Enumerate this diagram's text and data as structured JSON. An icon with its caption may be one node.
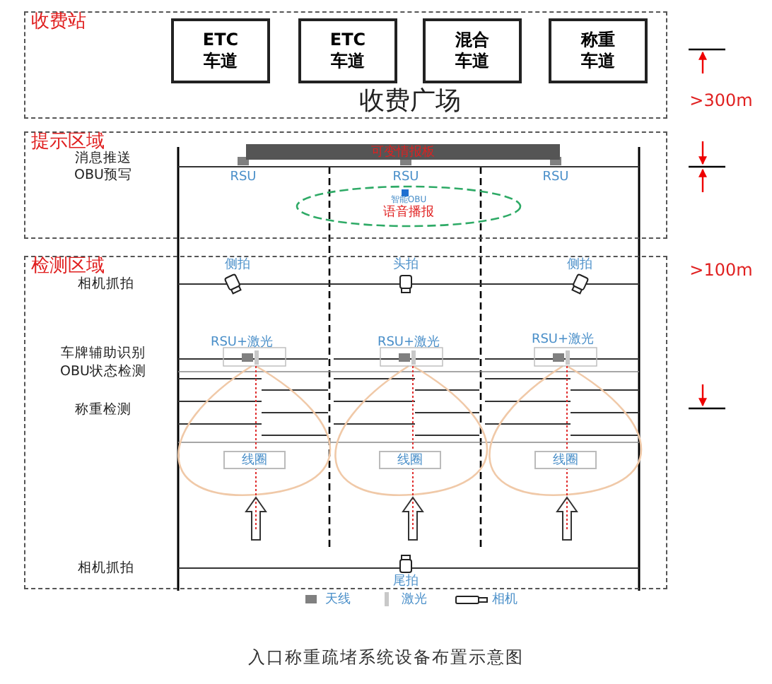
{
  "diagram": {
    "caption": "入口称重疏堵系统设备布置示意图",
    "nodes": [
      {
        "text": [
          "收费站"
        ]
      },
      {
        "text": [
          "ETC 车道"
        ],
        "in": 0
      },
      {
        "text": [
          "ETC 车道"
        ],
        "in": 0
      },
      {
        "text": [
          "混合车道"
        ],
        "in": 0
      },
      {
        "text": [
          "称重车道"
        ],
        "in": 0
      },
      {
        "text": [
          "提示区域"
        ]
      },
      {
        "text": [
          "可变情报板"
        ],
        "in": 5
      },
      {
        "text": [
          "智能OBU",
          "语音播报"
        ],
        "in": 5
      },
      {
        "text": [
          "检测区域"
        ]
      },
      {
        "text": [
          "线圈"
        ],
        "in": 8
      },
      {
        "text": [
          "线圈"
        ],
        "in": 8
      },
      {
        "text": [
          "线圈"
        ],
        "in": 8
      }
    ],
    "labels": [
      "收费广场",
      "消息推送",
      "OBU预写",
      "RSU",
      "RSU",
      "RSU",
      ">300m",
      "侧拍",
      "头拍",
      "侧拍",
      ">100m",
      "相机抓拍",
      "RSU+激光",
      "RSU+激光",
      "RSU+激光",
      "车牌辅助识别",
      "OBU状态检测",
      "称重检测",
      "相机抓拍",
      "尾拍"
    ],
    "legend": [
      {
        "text": "天线",
        "color": "#808080"
      },
      {
        "text": "激光",
        "color": "#c8c8c8"
      },
      {
        "text": "相机"
      }
    ]
  }
}
